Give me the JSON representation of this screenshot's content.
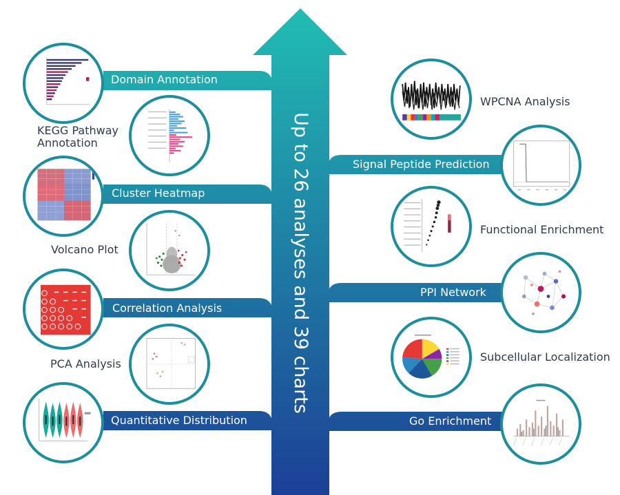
{
  "center_text": "Up to 26 analyses and 39 charts",
  "colors": {
    "top": "#21bfb3",
    "bottom": "#1c3f96",
    "ring": "#1c8e9c",
    "dark_text": "#2f3a4d"
  },
  "left_items": [
    {
      "label": "Domain Annotation",
      "icon": "bar-chart-thumbnail"
    },
    {
      "label": "KEGG Pathway Annotation",
      "line1": "KEGG Pathway",
      "line2": "Annotation",
      "icon": "horizontal-bar-thumbnail"
    },
    {
      "label": "Cluster Heatmap",
      "icon": "heatmap-thumbnail"
    },
    {
      "label": "Volcano Plot",
      "icon": "volcano-plot-thumbnail"
    },
    {
      "label": "Correlation Analysis",
      "icon": "correlation-matrix-thumbnail"
    },
    {
      "label": "PCA Analysis",
      "icon": "pca-scatter-thumbnail"
    },
    {
      "label": "Quantitative Distribution",
      "icon": "violin-plot-thumbnail"
    }
  ],
  "right_items": [
    {
      "label": "WPCNA Analysis",
      "icon": "dendrogram-thumbnail"
    },
    {
      "label": "Signal Peptide Prediction",
      "icon": "line-plot-thumbnail"
    },
    {
      "label": "Functional Enrichment",
      "icon": "dot-plot-thumbnail"
    },
    {
      "label": "PPI Network",
      "icon": "network-thumbnail"
    },
    {
      "label": "Subcellular Localization",
      "icon": "pie-chart-thumbnail"
    },
    {
      "label": "Go Enrichment",
      "icon": "enrichment-bar-thumbnail"
    }
  ]
}
